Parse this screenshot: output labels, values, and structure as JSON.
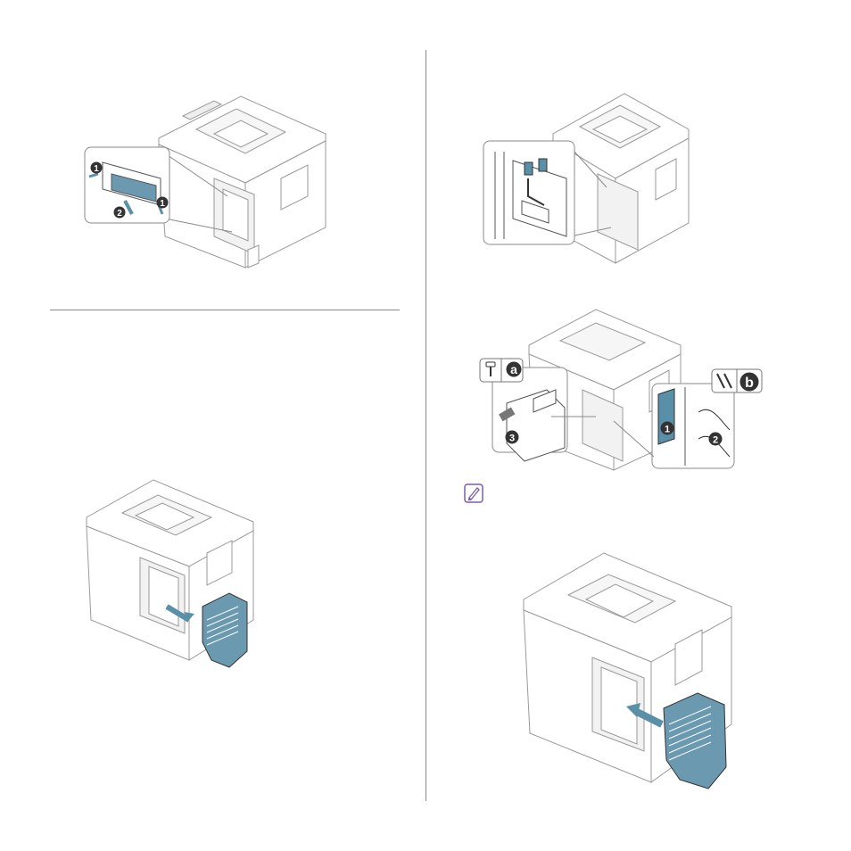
{
  "page": {
    "background": "#ffffff",
    "accent_color": "#5a8fa8",
    "line_color": "#8a8a8a",
    "note_icon_color": "#7b5ea7"
  },
  "figures": [
    {
      "id": "remove-memory-module",
      "callouts": [
        "1",
        "2",
        "1"
      ]
    },
    {
      "id": "connect-hdd-cable",
      "callouts": []
    },
    {
      "id": "install-hdd-screws",
      "callouts": [
        "3",
        "1",
        "2"
      ],
      "tool_labels": [
        "a",
        "b"
      ],
      "icons": [
        "screw-icon",
        "screw-icon"
      ]
    },
    {
      "id": "remove-control-board-cover",
      "callouts": []
    },
    {
      "id": "reinstall-control-board-cover",
      "callouts": []
    }
  ],
  "note": {
    "icon": "note-icon"
  }
}
